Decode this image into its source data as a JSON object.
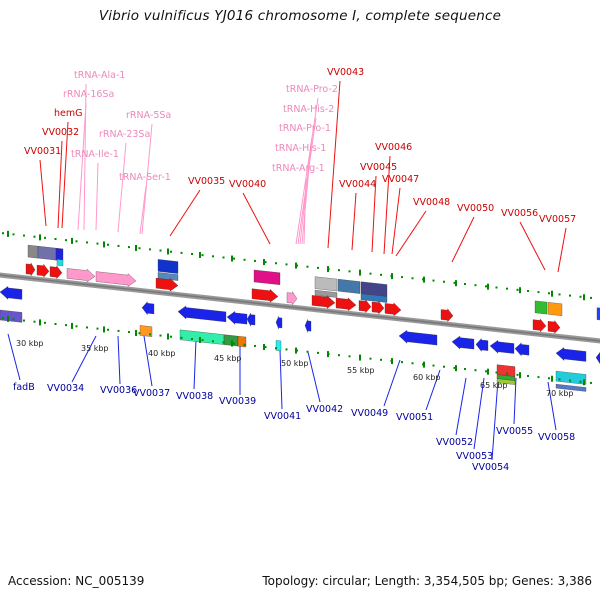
{
  "title": "Vibrio vulnificus YJ016 chromosome I, complete sequence",
  "footer": {
    "accession": "Accession: NC_005139",
    "topology": "Topology: circular; Length: 3,354,505 bp; Genes: 3,386"
  },
  "colors": {
    "red_gene": "#ee1111",
    "blue_gene": "#1a24e8",
    "rna_pink": "#ff99cc",
    "top_label": "#cc0000",
    "bottom_label": "#000099",
    "rna_label": "#ee88bb",
    "tick_green": "#008800",
    "backbone": "#888888"
  },
  "labels_top": [
    {
      "text": "tRNA-Ala-1",
      "kind": "rna"
    },
    {
      "text": "rRNA-16Sa",
      "kind": "rna"
    },
    {
      "text": "hemG",
      "kind": "gene"
    },
    {
      "text": "VV0032",
      "kind": "gene"
    },
    {
      "text": "VV0031",
      "kind": "gene"
    },
    {
      "text": "tRNA-Ile-1",
      "kind": "rna"
    },
    {
      "text": "rRNA-23Sa",
      "kind": "rna"
    },
    {
      "text": "rRNA-5Sa",
      "kind": "rna"
    },
    {
      "text": "tRNA-Ser-1",
      "kind": "rna"
    },
    {
      "text": "VV0035",
      "kind": "gene"
    },
    {
      "text": "VV0040",
      "kind": "gene"
    },
    {
      "text": "tRNA-Pro-2",
      "kind": "rna"
    },
    {
      "text": "tRNA-His-2",
      "kind": "rna"
    },
    {
      "text": "tRNA-Pro-1",
      "kind": "rna"
    },
    {
      "text": "tRNA-His-1",
      "kind": "rna"
    },
    {
      "text": "tRNA-Arg-1",
      "kind": "rna"
    },
    {
      "text": "VV0043",
      "kind": "gene"
    },
    {
      "text": "VV0044",
      "kind": "gene"
    },
    {
      "text": "VV0045",
      "kind": "gene"
    },
    {
      "text": "VV0046",
      "kind": "gene"
    },
    {
      "text": "VV0047",
      "kind": "gene"
    },
    {
      "text": "VV0048",
      "kind": "gene"
    },
    {
      "text": "VV0050",
      "kind": "gene"
    },
    {
      "text": "VV0056",
      "kind": "gene"
    },
    {
      "text": "VV0057",
      "kind": "gene"
    }
  ],
  "labels_bottom": [
    "fadB",
    "VV0034",
    "VV0036",
    "VV0037",
    "VV0038",
    "VV0039",
    "VV0041",
    "VV0042",
    "VV0049",
    "VV0051",
    "VV0052",
    "VV0053",
    "VV0054",
    "VV0055",
    "VV0058"
  ],
  "scale_labels": [
    "30 kbp",
    "35 kbp",
    "40 kbp",
    "45 kbp",
    "50 kbp",
    "55 kbp",
    "60 kbp",
    "65 kbp",
    "70 kbp"
  ]
}
